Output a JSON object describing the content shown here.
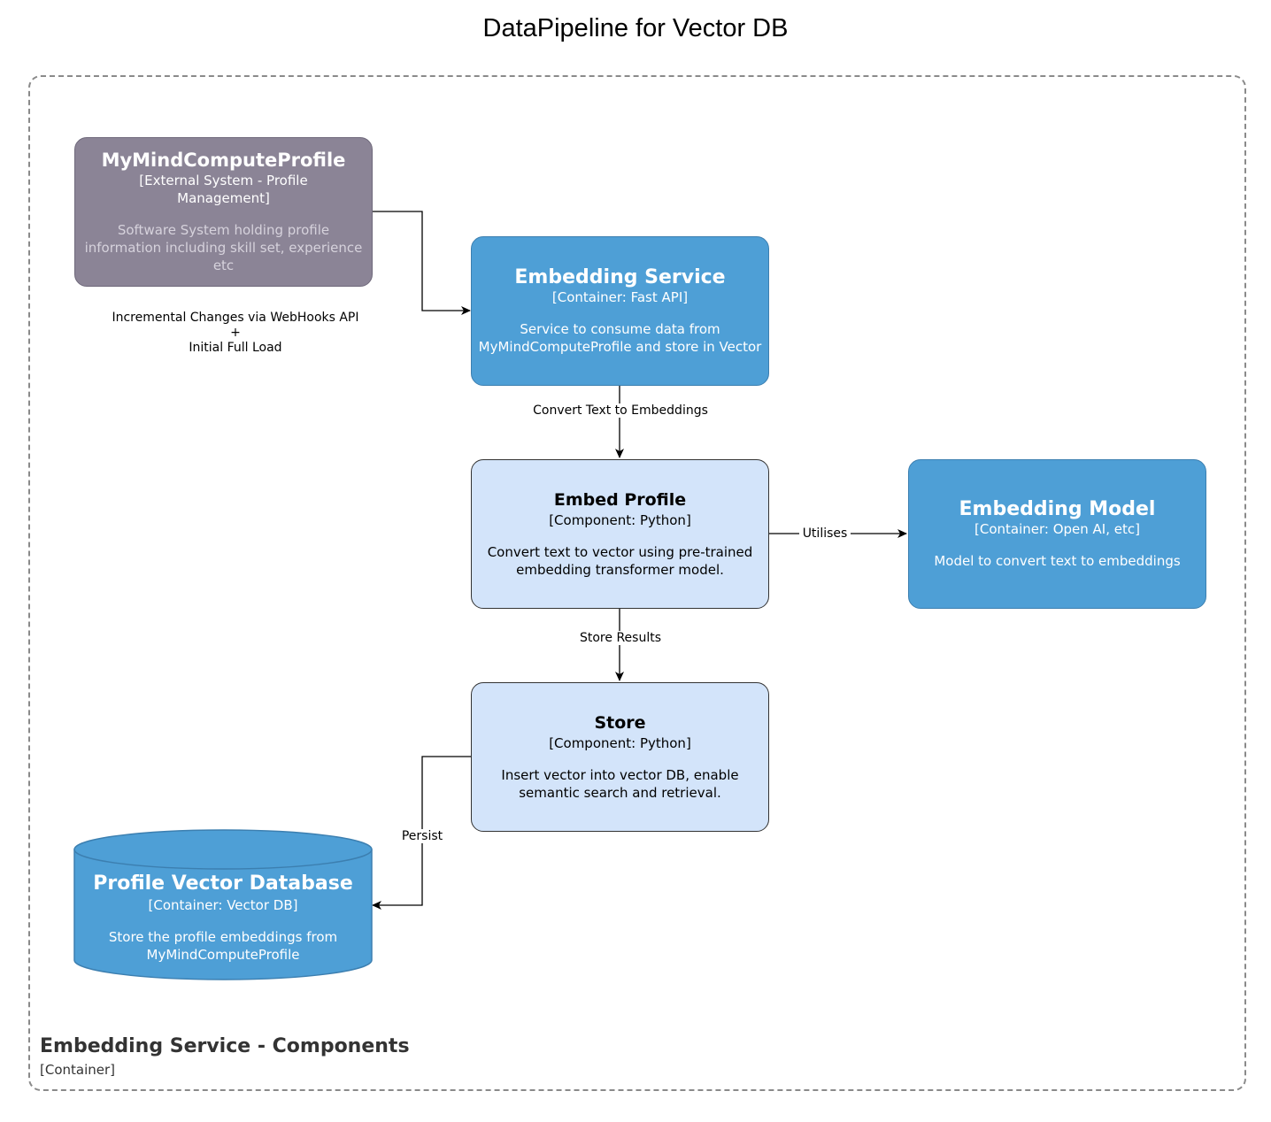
{
  "title": "DataPipeline for Vector DB",
  "boundary": {
    "title": "Embedding Service - Components",
    "type": "[Container]"
  },
  "nodes": {
    "external": {
      "title": "MyMindComputeProfile",
      "type": "[External System - Profile Management]",
      "description": "Software System holding profile information including skill set, experience etc"
    },
    "embedding_service": {
      "title": "Embedding Service",
      "type": "[Container: Fast API]",
      "description": "Service to consume data from MyMindComputeProfile and store in Vector"
    },
    "embed_profile": {
      "title": "Embed Profile",
      "type": "[Component: Python]",
      "description": "Convert text to vector using pre-trained embedding transformer model."
    },
    "embedding_model": {
      "title": "Embedding Model",
      "type": "[Container: Open AI, etc]",
      "description": "Model to convert text to embeddings"
    },
    "store": {
      "title": "Store",
      "type": "[Component: Python]",
      "description": "Insert vector into vector DB, enable semantic search and retrieval."
    },
    "database": {
      "title": "Profile Vector Database",
      "type": "[Container: Vector DB]",
      "description": "Store the profile embeddings from MyMindComputeProfile"
    }
  },
  "edges": {
    "ingest": {
      "line1": "Incremental Changes via WebHooks API",
      "line2": "+",
      "line3": "Initial Full Load"
    },
    "convert": "Convert Text to Embeddings",
    "utilises": "Utilises",
    "store_results": "Store Results",
    "persist": "Persist"
  },
  "colors": {
    "external": "#8b8496",
    "container": "#4e9fd6",
    "component": "#d3e4fa",
    "boundary": "#8a8a8a"
  }
}
